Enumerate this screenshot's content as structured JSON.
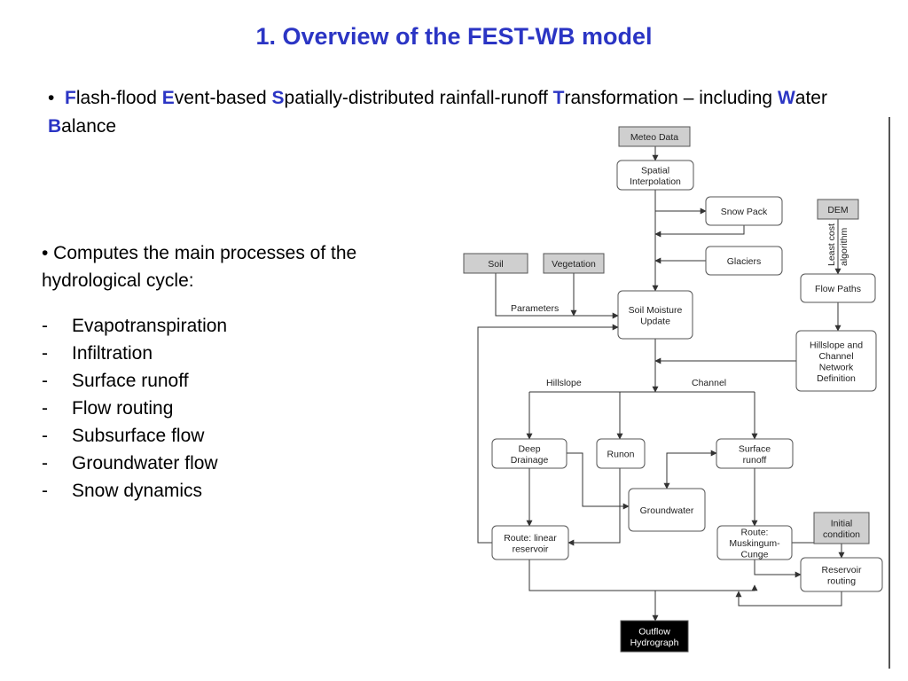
{
  "title": "1. Overview of the FEST-WB model",
  "subtitle": {
    "bullet": "•",
    "parts": [
      {
        "accent": "F",
        "rest": "lash-flood "
      },
      {
        "accent": "E",
        "rest": "vent-based "
      },
      {
        "accent": "S",
        "rest": "patially-distributed rainfall-runoff "
      },
      {
        "accent": "T",
        "rest": "ransformation – including "
      },
      {
        "accent": "W",
        "rest": "ater "
      },
      {
        "accent": "B",
        "rest": "alance"
      }
    ]
  },
  "processes": {
    "intro": "• Computes the main processes of the hydrological cycle:",
    "items": [
      "Evapotranspiration",
      "Infiltration",
      "Surface runoff",
      "Flow routing",
      "Subsurface flow",
      "Groundwater flow",
      "Snow dynamics"
    ]
  },
  "diagram": {
    "nodes": {
      "meteo": [
        "Meteo Data"
      ],
      "spatial": [
        "Spatial",
        "Interpolation"
      ],
      "snowpack": [
        "Snow Pack"
      ],
      "glaciers": [
        "Glaciers"
      ],
      "dem": [
        "DEM"
      ],
      "soil": [
        "Soil"
      ],
      "vegetation": [
        "Vegetation"
      ],
      "flowpaths": [
        "Flow Paths"
      ],
      "soilmoisture": [
        "Soil Moisture",
        "Update"
      ],
      "hillslopedef": [
        "Hillslope and",
        "Channel",
        "Network",
        "Definition"
      ],
      "deep": [
        "Deep",
        "Drainage"
      ],
      "runon": [
        "Runon"
      ],
      "surface": [
        "Surface",
        "runoff"
      ],
      "groundwater": [
        "Groundwater"
      ],
      "linear": [
        "Route: linear",
        "reservoir"
      ],
      "muskingum": [
        "Route:",
        "Muskingum-",
        "Cunge"
      ],
      "initial": [
        "Initial",
        "condition"
      ],
      "reservoir": [
        "Reservoir",
        "routing"
      ],
      "outflow": [
        "Outflow",
        "Hydrograph"
      ]
    },
    "labels": {
      "parameters": "Parameters",
      "hillslope": "Hillslope",
      "channel": "Channel",
      "least_cost": [
        "Least cost",
        "algorithm"
      ]
    },
    "colors": {
      "box_fill": "#ffffff",
      "input_fill": "#cfcfcf",
      "output_fill": "#000000",
      "line": "#333333",
      "accent": "#2b35c4"
    }
  }
}
